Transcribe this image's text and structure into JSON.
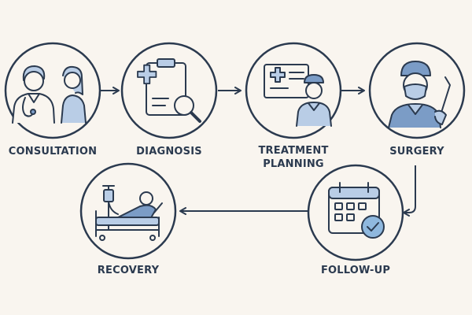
{
  "colors": {
    "background": "#f9f5ef",
    "outline": "#2b3a4f",
    "accent": "#7b9cc6",
    "accent_light": "#b9cde6",
    "check_green": "#8fb8de"
  },
  "steps": [
    {
      "id": "consultation",
      "label": "CONSULTATION",
      "icon": "doctor-patient-icon"
    },
    {
      "id": "diagnosis",
      "label": "DIAGNOSIS",
      "icon": "clipboard-magnifier-icon"
    },
    {
      "id": "treatment-planning",
      "label_lines": [
        "TREATMENT",
        "PLANNING"
      ],
      "icon": "doctor-chart-icon"
    },
    {
      "id": "surgery",
      "label": "SURGERY",
      "icon": "surgeon-scalpel-icon"
    },
    {
      "id": "follow-up",
      "label": "FOLLOW-UP",
      "icon": "calendar-check-icon"
    },
    {
      "id": "recovery",
      "label": "RECOVERY",
      "icon": "hospital-bed-icon"
    }
  ]
}
